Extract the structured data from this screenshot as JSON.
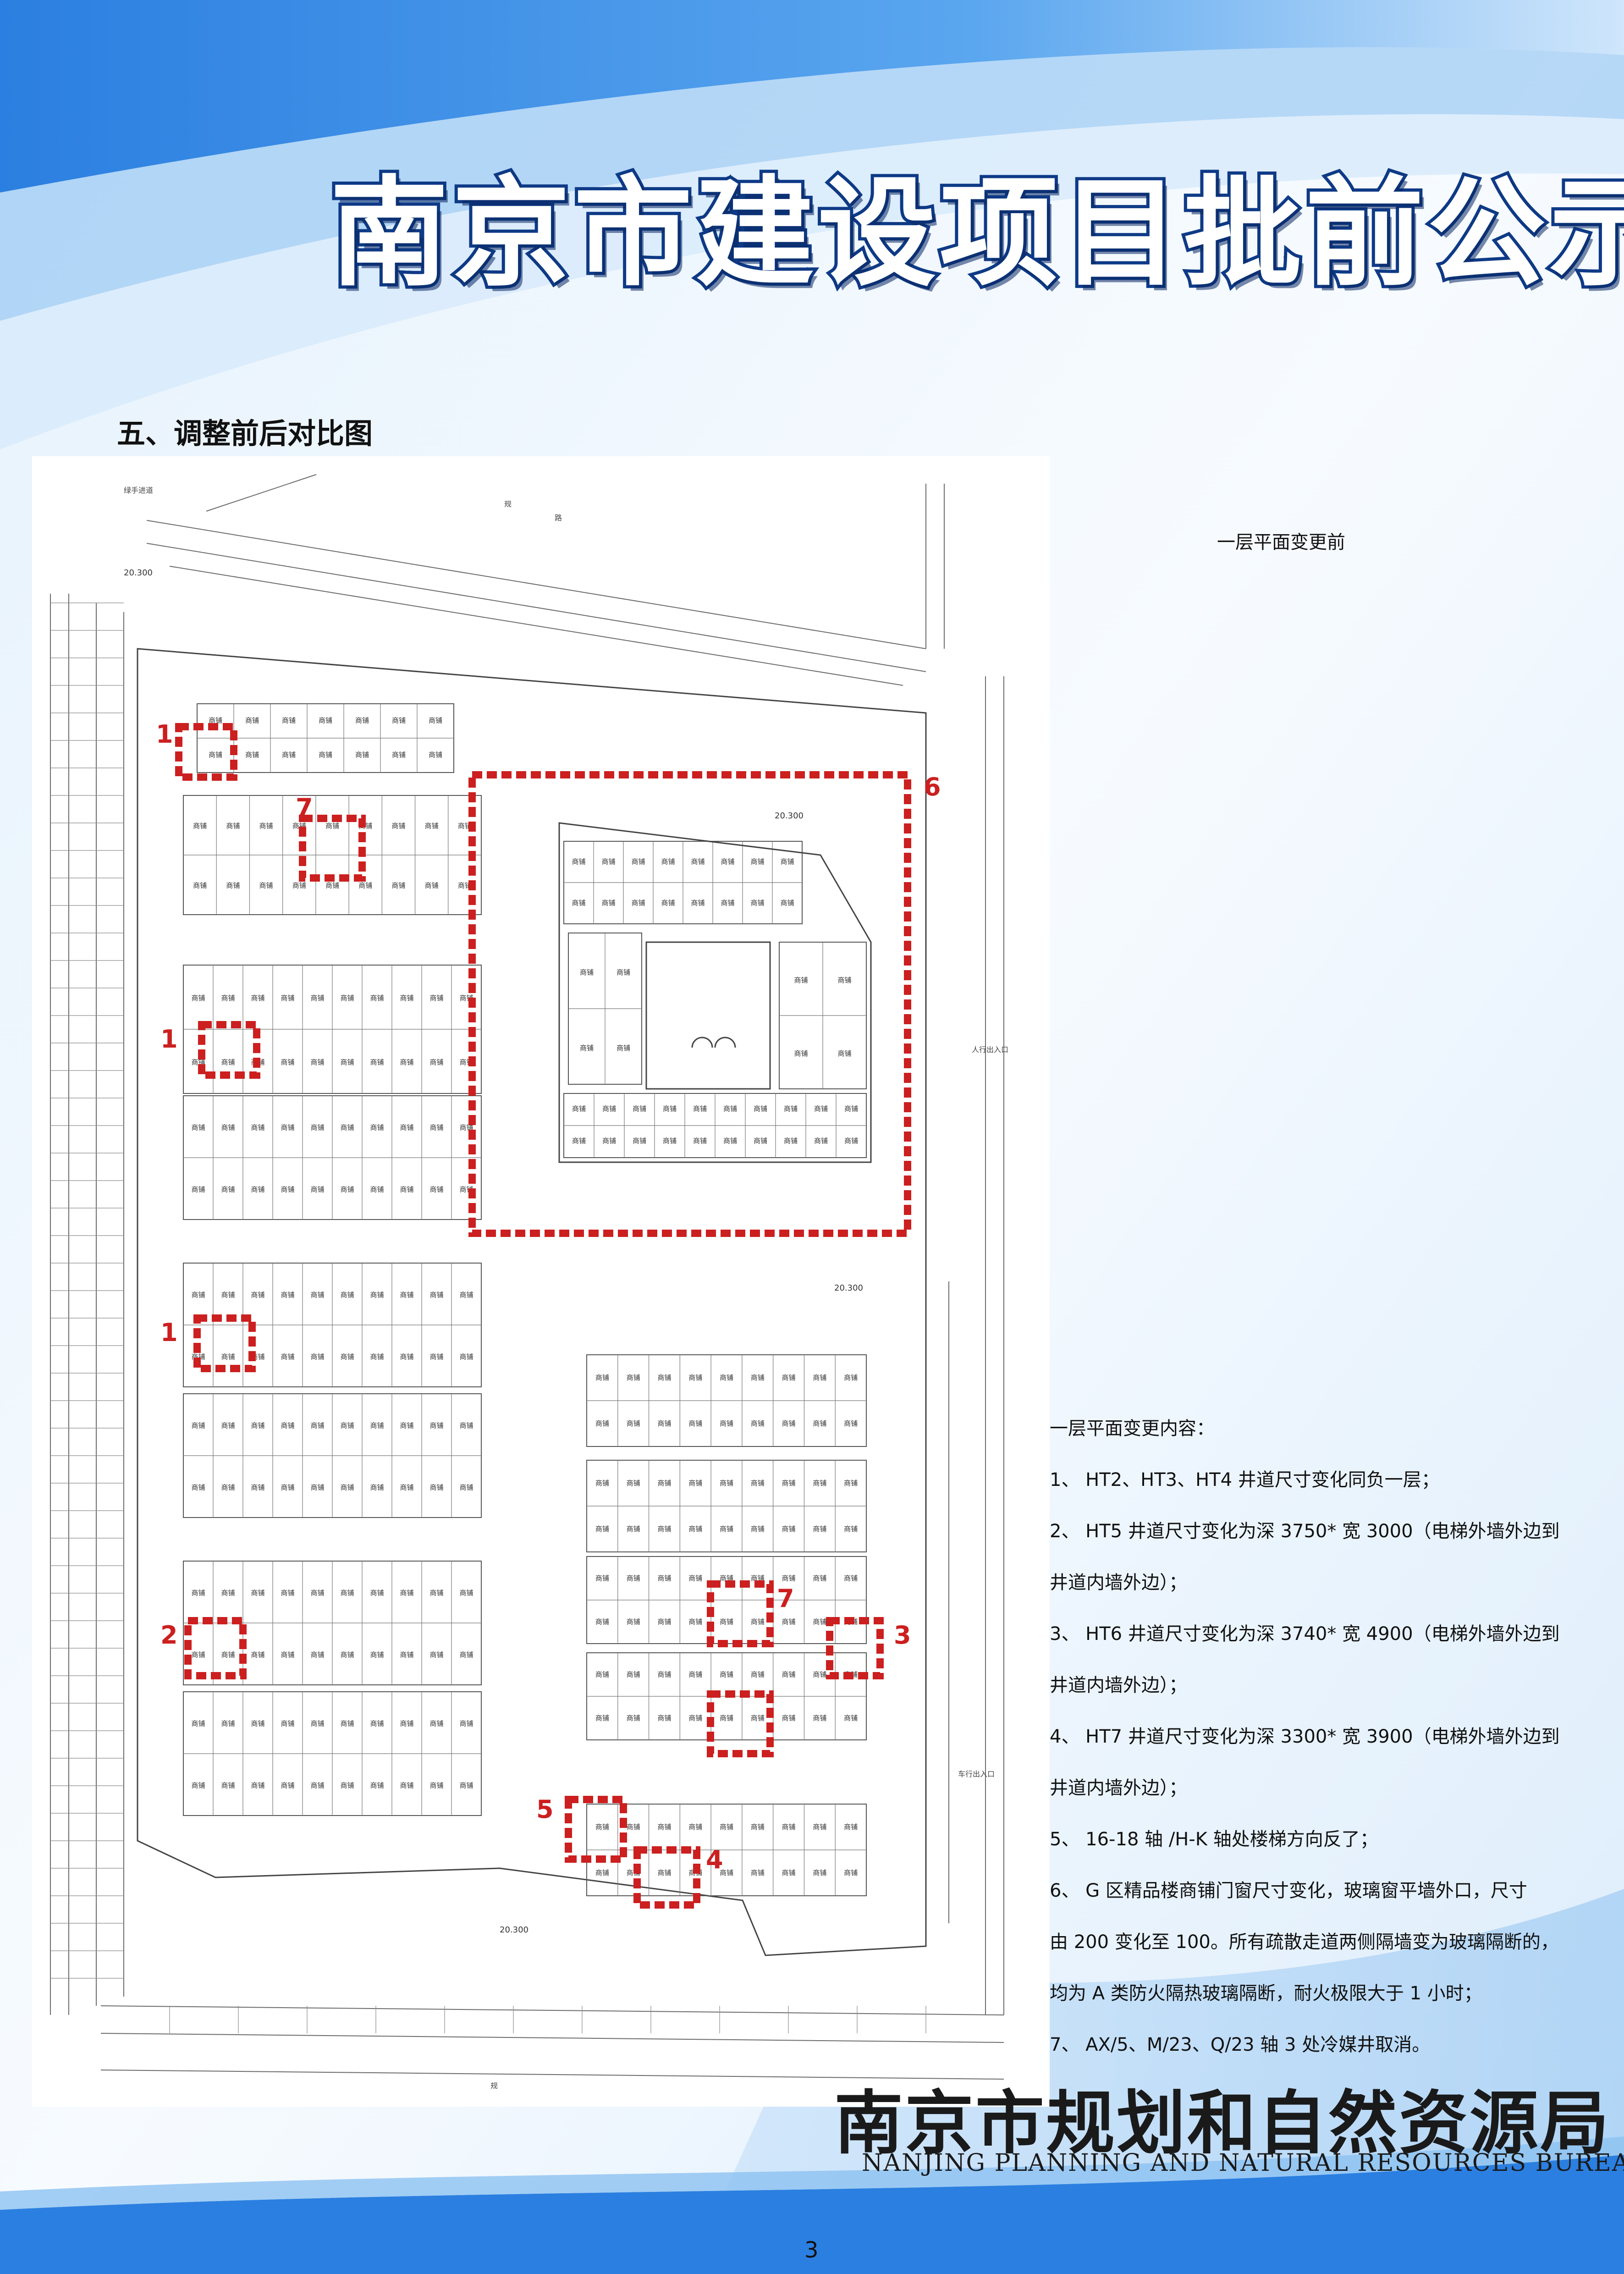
{
  "header": {
    "title": "南京市建设项目批前公示"
  },
  "section": {
    "title": "五、调整前后对比图"
  },
  "plan": {
    "caption": "一层平面变更前",
    "shop_label": "商铺",
    "elevation": "20.300",
    "markers": [
      "1",
      "1",
      "1",
      "2",
      "3",
      "4",
      "5",
      "6",
      "7",
      "7"
    ]
  },
  "changes": {
    "heading": "一层平面变更内容：",
    "lines": [
      "1、 HT2、HT3、HT4 井道尺寸变化同负一层；",
      "2、 HT5 井道尺寸变化为深 3750* 宽 3000（电梯外墙外边到",
      "井道内墙外边）；",
      "3、 HT6 井道尺寸变化为深 3740* 宽 4900（电梯外墙外边到",
      "井道内墙外边）；",
      "4、 HT7 井道尺寸变化为深 3300* 宽 3900（电梯外墙外边到",
      "井道内墙外边）；",
      "5、 16-18 轴 /H-K 轴处楼梯方向反了；",
      "6、 G 区精品楼商铺门窗尺寸变化，玻璃窗平墙外口，尺寸",
      "由 200 变化至 100。所有疏散走道两侧隔墙变为玻璃隔断的，",
      "均为 A 类防火隔热玻璃隔断，耐火极限大于 1 小时；",
      "7、 AX/5、M/23、Q/23 轴 3 处冷媒井取消。"
    ]
  },
  "footer": {
    "name_cn": "南京市规划和自然资源局",
    "name_en": "NANJING PLANNING AND NATURAL RESOURCES BUREAU",
    "page": "3"
  },
  "colors": {
    "brand_blue": "#1e6fd9",
    "title_stroke": "#0e3a86",
    "marker_red": "#cc1f1f"
  }
}
